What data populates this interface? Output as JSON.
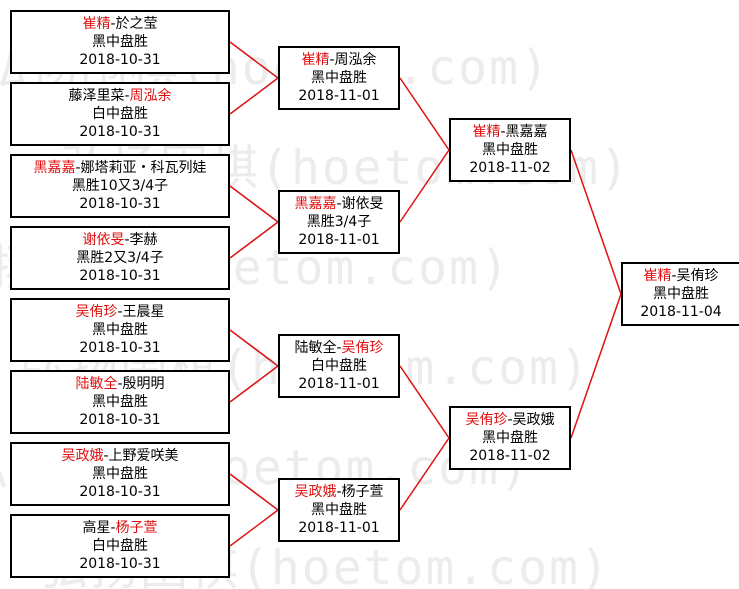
{
  "watermark": {
    "text": "弘扬围棋(hoetom.com)"
  },
  "colors": {
    "winner": "#e01010",
    "text": "#000000",
    "line": "#e01010",
    "border": "#000000"
  },
  "round1": [
    {
      "p1": "崔精",
      "p2": "於之莹",
      "winner": 1,
      "result": "黑中盘胜",
      "date": "2018-10-31"
    },
    {
      "p1": "藤泽里菜",
      "p2": "周泓余",
      "winner": 2,
      "result": "白中盘胜",
      "date": "2018-10-31"
    },
    {
      "p1": "黑嘉嘉",
      "p2": "娜塔莉亚・科瓦列娃",
      "winner": 1,
      "result": "黑胜10又3/4子",
      "date": "2018-10-31"
    },
    {
      "p1": "谢依旻",
      "p2": "李赫",
      "winner": 1,
      "result": "黑胜2又3/4子",
      "date": "2018-10-31"
    },
    {
      "p1": "吴侑珍",
      "p2": "王晨星",
      "winner": 1,
      "result": "黑中盘胜",
      "date": "2018-10-31"
    },
    {
      "p1": "陆敏全",
      "p2": "殷明明",
      "winner": 1,
      "result": "黑中盘胜",
      "date": "2018-10-31"
    },
    {
      "p1": "吴政娥",
      "p2": "上野爱咲美",
      "winner": 1,
      "result": "黑中盘胜",
      "date": "2018-10-31"
    },
    {
      "p1": "高星",
      "p2": "杨子萱",
      "winner": 2,
      "result": "白中盘胜",
      "date": "2018-10-31"
    }
  ],
  "round2": [
    {
      "p1": "崔精",
      "p2": "周泓余",
      "winner": 1,
      "result": "黑中盘胜",
      "date": "2018-11-01"
    },
    {
      "p1": "黑嘉嘉",
      "p2": "谢依旻",
      "winner": 1,
      "result": "黑胜3/4子",
      "date": "2018-11-01"
    },
    {
      "p1": "陆敏全",
      "p2": "吴侑珍",
      "winner": 2,
      "result": "白中盘胜",
      "date": "2018-11-01"
    },
    {
      "p1": "吴政娥",
      "p2": "杨子萱",
      "winner": 1,
      "result": "黑中盘胜",
      "date": "2018-11-01"
    }
  ],
  "round3": [
    {
      "p1": "崔精",
      "p2": "黑嘉嘉",
      "winner": 1,
      "result": "黑中盘胜",
      "date": "2018-11-02"
    },
    {
      "p1": "吴侑珍",
      "p2": "吴政娥",
      "winner": 1,
      "result": "黑中盘胜",
      "date": "2018-11-02"
    }
  ],
  "final": [
    {
      "p1": "崔精",
      "p2": "吴侑珍",
      "winner": 1,
      "result": "黑中盘胜",
      "date": "2018-11-04"
    }
  ]
}
